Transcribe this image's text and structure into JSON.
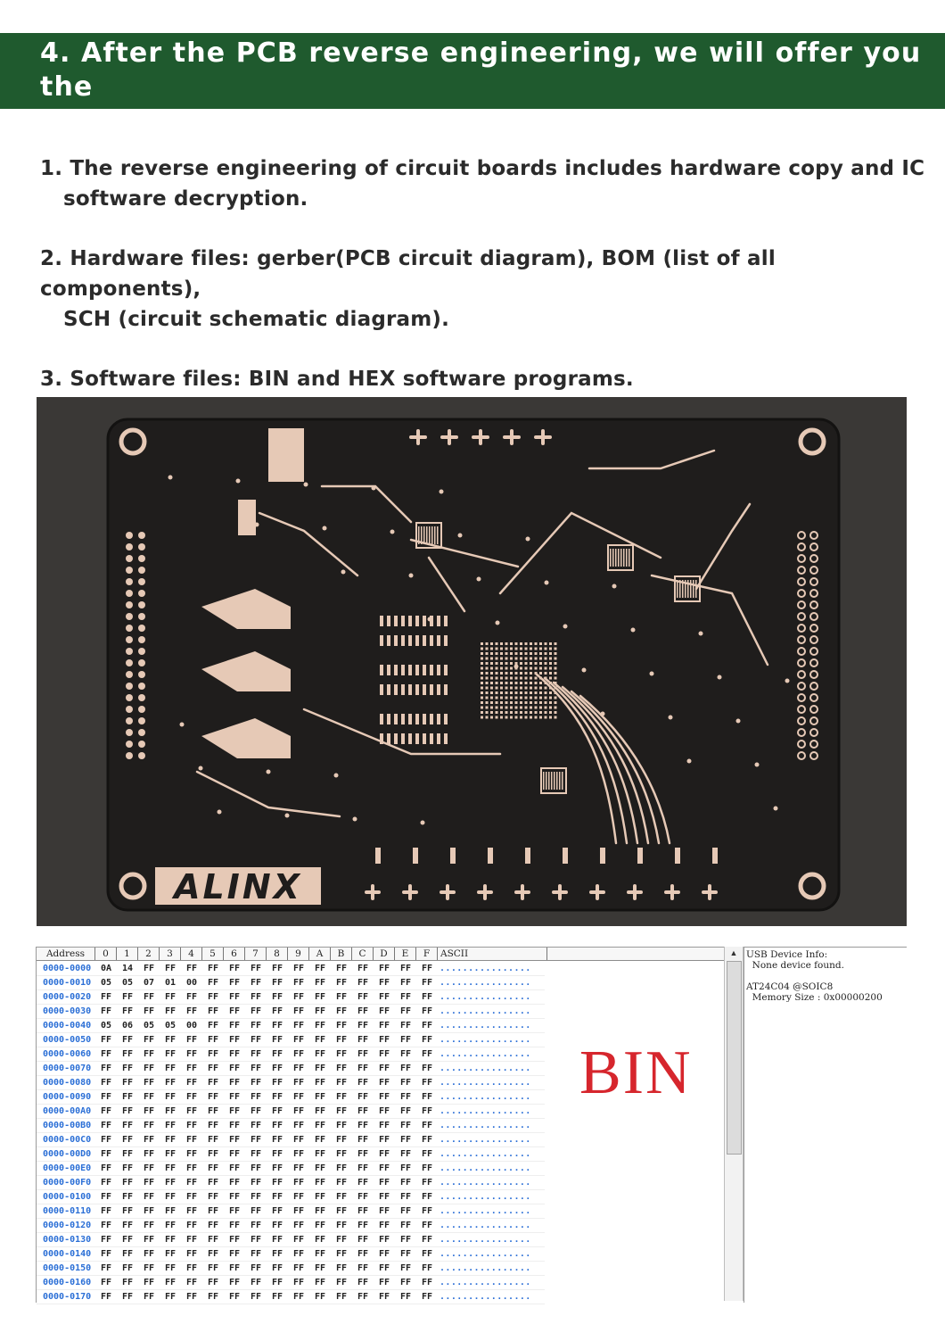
{
  "banner": {
    "title_line1": "4. After the PCB reverse engineering, we will offer you the",
    "title_line2": "following documents",
    "color": "#1f5a2e"
  },
  "list": [
    {
      "line1": "1. The reverse engineering of circuit boards includes hardware copy and IC",
      "line2": "software decryption."
    },
    {
      "line1": "2. Hardware files: gerber(PCB circuit diagram), BOM (list of all components),",
      "line2": "SCH (circuit schematic diagram)."
    },
    {
      "line1": "3. Software files: BIN and HEX software programs.",
      "line2": ""
    }
  ],
  "pcb_photo": {
    "silkscreen_brand": "ALINX",
    "board_color": "#2c2a28",
    "copper_color": "#e6c9b6"
  },
  "hex_editor": {
    "columns": [
      "Address",
      "0",
      "1",
      "2",
      "3",
      "4",
      "5",
      "6",
      "7",
      "8",
      "9",
      "A",
      "B",
      "C",
      "D",
      "E",
      "F",
      "ASCII"
    ],
    "rows": [
      {
        "addr": "0000-0000",
        "bytes": [
          "0A",
          "14",
          "FF",
          "FF",
          "FF",
          "FF",
          "FF",
          "FF",
          "FF",
          "FF",
          "FF",
          "FF",
          "FF",
          "FF",
          "FF",
          "FF"
        ],
        "ascii": "................"
      },
      {
        "addr": "0000-0010",
        "bytes": [
          "05",
          "05",
          "07",
          "01",
          "00",
          "FF",
          "FF",
          "FF",
          "FF",
          "FF",
          "FF",
          "FF",
          "FF",
          "FF",
          "FF",
          "FF"
        ],
        "ascii": "................"
      },
      {
        "addr": "0000-0020",
        "bytes": [
          "FF",
          "FF",
          "FF",
          "FF",
          "FF",
          "FF",
          "FF",
          "FF",
          "FF",
          "FF",
          "FF",
          "FF",
          "FF",
          "FF",
          "FF",
          "FF"
        ],
        "ascii": "................"
      },
      {
        "addr": "0000-0030",
        "bytes": [
          "FF",
          "FF",
          "FF",
          "FF",
          "FF",
          "FF",
          "FF",
          "FF",
          "FF",
          "FF",
          "FF",
          "FF",
          "FF",
          "FF",
          "FF",
          "FF"
        ],
        "ascii": "................"
      },
      {
        "addr": "0000-0040",
        "bytes": [
          "05",
          "06",
          "05",
          "05",
          "00",
          "FF",
          "FF",
          "FF",
          "FF",
          "FF",
          "FF",
          "FF",
          "FF",
          "FF",
          "FF",
          "FF"
        ],
        "ascii": "................"
      },
      {
        "addr": "0000-0050",
        "bytes": [
          "FF",
          "FF",
          "FF",
          "FF",
          "FF",
          "FF",
          "FF",
          "FF",
          "FF",
          "FF",
          "FF",
          "FF",
          "FF",
          "FF",
          "FF",
          "FF"
        ],
        "ascii": "................"
      },
      {
        "addr": "0000-0060",
        "bytes": [
          "FF",
          "FF",
          "FF",
          "FF",
          "FF",
          "FF",
          "FF",
          "FF",
          "FF",
          "FF",
          "FF",
          "FF",
          "FF",
          "FF",
          "FF",
          "FF"
        ],
        "ascii": "................"
      },
      {
        "addr": "0000-0070",
        "bytes": [
          "FF",
          "FF",
          "FF",
          "FF",
          "FF",
          "FF",
          "FF",
          "FF",
          "FF",
          "FF",
          "FF",
          "FF",
          "FF",
          "FF",
          "FF",
          "FF"
        ],
        "ascii": "................"
      },
      {
        "addr": "0000-0080",
        "bytes": [
          "FF",
          "FF",
          "FF",
          "FF",
          "FF",
          "FF",
          "FF",
          "FF",
          "FF",
          "FF",
          "FF",
          "FF",
          "FF",
          "FF",
          "FF",
          "FF"
        ],
        "ascii": "................"
      },
      {
        "addr": "0000-0090",
        "bytes": [
          "FF",
          "FF",
          "FF",
          "FF",
          "FF",
          "FF",
          "FF",
          "FF",
          "FF",
          "FF",
          "FF",
          "FF",
          "FF",
          "FF",
          "FF",
          "FF"
        ],
        "ascii": "................"
      },
      {
        "addr": "0000-00A0",
        "bytes": [
          "FF",
          "FF",
          "FF",
          "FF",
          "FF",
          "FF",
          "FF",
          "FF",
          "FF",
          "FF",
          "FF",
          "FF",
          "FF",
          "FF",
          "FF",
          "FF"
        ],
        "ascii": "................"
      },
      {
        "addr": "0000-00B0",
        "bytes": [
          "FF",
          "FF",
          "FF",
          "FF",
          "FF",
          "FF",
          "FF",
          "FF",
          "FF",
          "FF",
          "FF",
          "FF",
          "FF",
          "FF",
          "FF",
          "FF"
        ],
        "ascii": "................"
      },
      {
        "addr": "0000-00C0",
        "bytes": [
          "FF",
          "FF",
          "FF",
          "FF",
          "FF",
          "FF",
          "FF",
          "FF",
          "FF",
          "FF",
          "FF",
          "FF",
          "FF",
          "FF",
          "FF",
          "FF"
        ],
        "ascii": "................"
      },
      {
        "addr": "0000-00D0",
        "bytes": [
          "FF",
          "FF",
          "FF",
          "FF",
          "FF",
          "FF",
          "FF",
          "FF",
          "FF",
          "FF",
          "FF",
          "FF",
          "FF",
          "FF",
          "FF",
          "FF"
        ],
        "ascii": "................"
      },
      {
        "addr": "0000-00E0",
        "bytes": [
          "FF",
          "FF",
          "FF",
          "FF",
          "FF",
          "FF",
          "FF",
          "FF",
          "FF",
          "FF",
          "FF",
          "FF",
          "FF",
          "FF",
          "FF",
          "FF"
        ],
        "ascii": "................"
      },
      {
        "addr": "0000-00F0",
        "bytes": [
          "FF",
          "FF",
          "FF",
          "FF",
          "FF",
          "FF",
          "FF",
          "FF",
          "FF",
          "FF",
          "FF",
          "FF",
          "FF",
          "FF",
          "FF",
          "FF"
        ],
        "ascii": "................"
      },
      {
        "addr": "0000-0100",
        "bytes": [
          "FF",
          "FF",
          "FF",
          "FF",
          "FF",
          "FF",
          "FF",
          "FF",
          "FF",
          "FF",
          "FF",
          "FF",
          "FF",
          "FF",
          "FF",
          "FF"
        ],
        "ascii": "................"
      },
      {
        "addr": "0000-0110",
        "bytes": [
          "FF",
          "FF",
          "FF",
          "FF",
          "FF",
          "FF",
          "FF",
          "FF",
          "FF",
          "FF",
          "FF",
          "FF",
          "FF",
          "FF",
          "FF",
          "FF"
        ],
        "ascii": "................"
      },
      {
        "addr": "0000-0120",
        "bytes": [
          "FF",
          "FF",
          "FF",
          "FF",
          "FF",
          "FF",
          "FF",
          "FF",
          "FF",
          "FF",
          "FF",
          "FF",
          "FF",
          "FF",
          "FF",
          "FF"
        ],
        "ascii": "................"
      },
      {
        "addr": "0000-0130",
        "bytes": [
          "FF",
          "FF",
          "FF",
          "FF",
          "FF",
          "FF",
          "FF",
          "FF",
          "FF",
          "FF",
          "FF",
          "FF",
          "FF",
          "FF",
          "FF",
          "FF"
        ],
        "ascii": "................"
      },
      {
        "addr": "0000-0140",
        "bytes": [
          "FF",
          "FF",
          "FF",
          "FF",
          "FF",
          "FF",
          "FF",
          "FF",
          "FF",
          "FF",
          "FF",
          "FF",
          "FF",
          "FF",
          "FF",
          "FF"
        ],
        "ascii": "................"
      },
      {
        "addr": "0000-0150",
        "bytes": [
          "FF",
          "FF",
          "FF",
          "FF",
          "FF",
          "FF",
          "FF",
          "FF",
          "FF",
          "FF",
          "FF",
          "FF",
          "FF",
          "FF",
          "FF",
          "FF"
        ],
        "ascii": "................"
      },
      {
        "addr": "0000-0160",
        "bytes": [
          "FF",
          "FF",
          "FF",
          "FF",
          "FF",
          "FF",
          "FF",
          "FF",
          "FF",
          "FF",
          "FF",
          "FF",
          "FF",
          "FF",
          "FF",
          "FF"
        ],
        "ascii": "................"
      },
      {
        "addr": "0000-0170",
        "bytes": [
          "FF",
          "FF",
          "FF",
          "FF",
          "FF",
          "FF",
          "FF",
          "FF",
          "FF",
          "FF",
          "FF",
          "FF",
          "FF",
          "FF",
          "FF",
          "FF"
        ],
        "ascii": "................"
      }
    ],
    "bin_label": "BIN",
    "bin_color": "#d6262d"
  },
  "device_info": {
    "line1": "USB Device Info:",
    "line2": "  None device found.",
    "line3": "AT24C04 @SOIC8",
    "line4": "  Memory Size : 0x00000200"
  }
}
